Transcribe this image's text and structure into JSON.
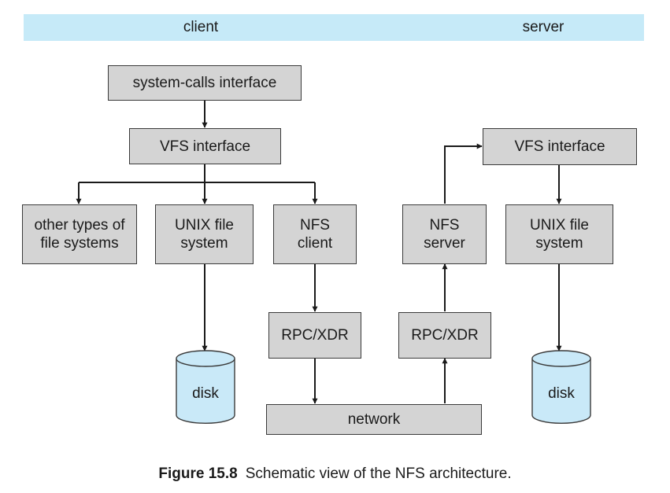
{
  "header": {
    "client_label": "client",
    "server_label": "server"
  },
  "client": {
    "syscall_interface": "system-calls interface",
    "vfs_interface": "VFS interface",
    "other_fs": "other types of\nfile systems",
    "unix_fs": "UNIX file\nsystem",
    "nfs_client": "NFS\nclient",
    "rpc_xdr": "RPC/XDR",
    "disk": "disk"
  },
  "network": "network",
  "server": {
    "vfs_interface": "VFS interface",
    "nfs_server": "NFS\nserver",
    "unix_fs": "UNIX file\nsystem",
    "rpc_xdr": "RPC/XDR",
    "disk": "disk"
  },
  "caption": {
    "figure": "Figure 15.8",
    "text": "Schematic view of the NFS architecture."
  },
  "colors": {
    "header_band": "#c6eaf8",
    "box_fill": "#d4d4d4",
    "disk_fill": "#c9e9f8"
  }
}
